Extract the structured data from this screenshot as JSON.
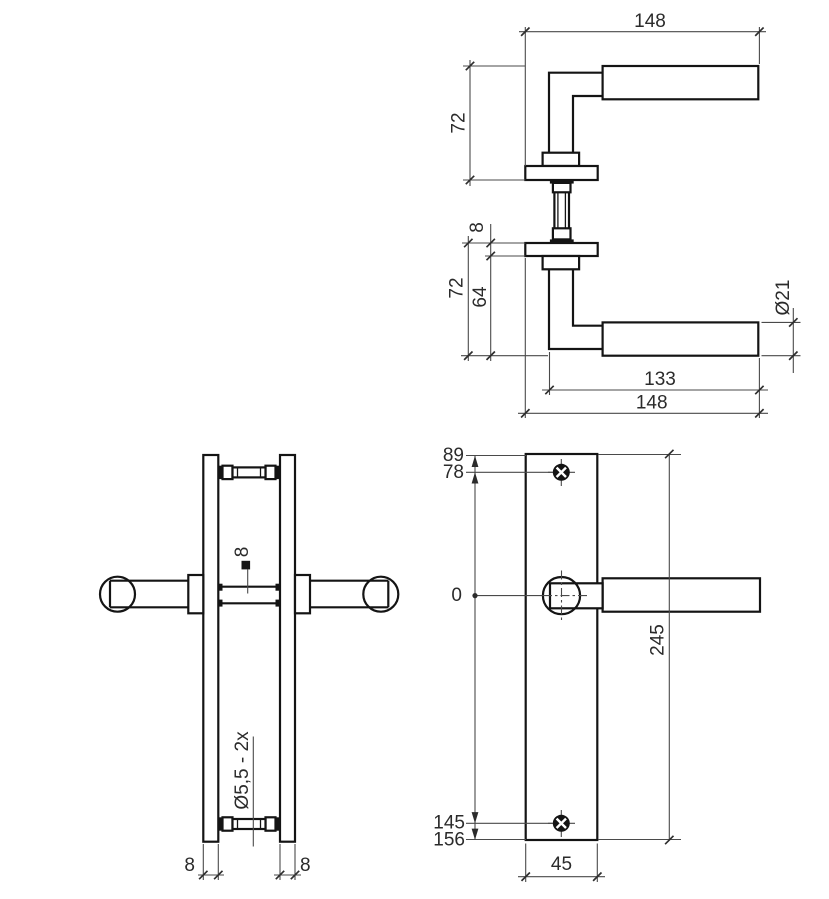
{
  "colors": {
    "background": "#ffffff",
    "object_line": "#141414",
    "dimension_line": "#4a4a4a",
    "text": "#2b2b2b"
  },
  "side_view": {
    "dim_width_top": "148",
    "dim_height_upper": "72",
    "dim_rosette_thickness": "8",
    "dim_height_lower": "72",
    "dim_height_lower_inner": "64",
    "dim_grip_diameter": "Ø21",
    "dim_grip_length": "133",
    "dim_width_bottom": "148"
  },
  "edge_view": {
    "dim_spindle_square": "8",
    "dim_screw_holes": "Ø5,5 - 2x",
    "dim_plate_thickness_left": "8",
    "dim_plate_thickness_right": "8"
  },
  "front_view": {
    "dim_plate_top": "89",
    "dim_screw_top": "78",
    "dim_datum": "0",
    "dim_plate_height": "245",
    "dim_screw_bottom": "145",
    "dim_plate_bottom": "156",
    "dim_plate_width": "45"
  }
}
